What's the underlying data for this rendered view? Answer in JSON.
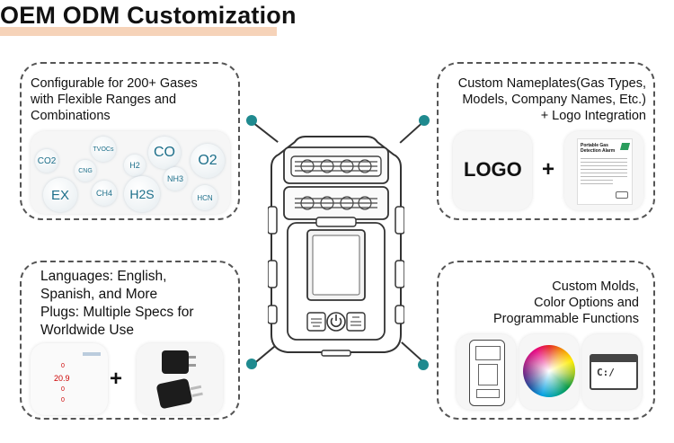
{
  "header": {
    "title": "OEM ODM Customization"
  },
  "panel_gases": {
    "text": [
      "Configurable for 200+ Gases",
      "with Flexible Ranges and",
      "Combinations"
    ],
    "gases": [
      "CO2",
      "CNG",
      "TVOCs",
      "H2",
      "CO",
      "O2",
      "EX",
      "CH4",
      "H2S",
      "NH3",
      "HCN"
    ]
  },
  "panel_nameplates": {
    "text": [
      "Custom Nameplates(Gas Types,",
      "Models, Company Names, Etc.)",
      "+ Logo Integration"
    ],
    "logo_label": "LOGO",
    "plus": "+",
    "label_title": [
      "Portable Gas",
      "Detection Alarm"
    ]
  },
  "panel_languages": {
    "text": [
      "Languages: English,",
      "Spanish, and More",
      "Plugs: Multiple Specs for",
      "Worldwide Use"
    ],
    "plus": "+",
    "screen_value": "20.9",
    "screen_zero": "0"
  },
  "panel_molds": {
    "text": [
      "Custom Molds,",
      "Color Options and",
      "Programmable Functions"
    ],
    "terminal_prompt": "C:/"
  },
  "colors": {
    "accent_dot": "#1f8a8f",
    "underline": "#f6d3b9",
    "gas_text": "#1d6f8a"
  }
}
